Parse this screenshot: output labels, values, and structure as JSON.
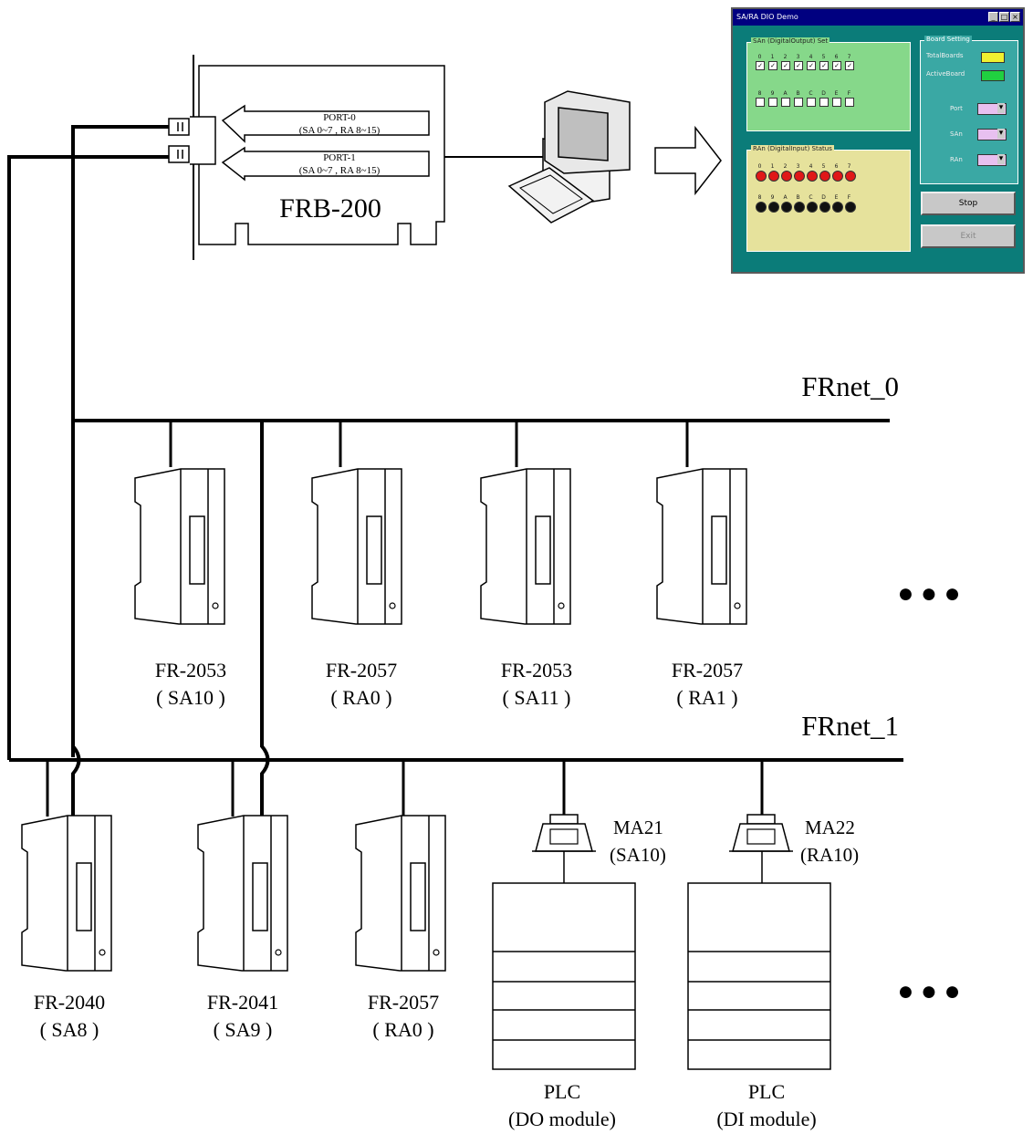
{
  "board": {
    "name": "FRB-200",
    "port0": {
      "title": "PORT-0",
      "range": "(SA 0~7 , RA 8~15)"
    },
    "port1": {
      "title": "PORT-1",
      "range": "(SA 0~7 , RA 8~15)"
    }
  },
  "networks": {
    "net0": "FRnet_0",
    "net1": "FRnet_1"
  },
  "net0_modules": [
    {
      "model": "FR-2053",
      "addr": "( SA10 )"
    },
    {
      "model": "FR-2057",
      "addr": "( RA0 )"
    },
    {
      "model": "FR-2053",
      "addr": "( SA11 )"
    },
    {
      "model": "FR-2057",
      "addr": "( RA1 )"
    }
  ],
  "net1_modules": [
    {
      "model": "FR-2040",
      "addr": "( SA8 )"
    },
    {
      "model": "FR-2041",
      "addr": "( SA9 )"
    },
    {
      "model": "FR-2057",
      "addr": "( RA0 )"
    }
  ],
  "adapters": [
    {
      "name": "MA21",
      "addr": "(SA10)",
      "plc": "PLC",
      "module": "(DO module)"
    },
    {
      "name": "MA22",
      "addr": "(RA10)",
      "plc": "PLC",
      "module": "(DI module)"
    }
  ],
  "ellipsis": "● ● ●",
  "demo_window": {
    "title": "SA/RA DIO Demo",
    "do_group": "SAn (DigitalOutput) Set",
    "do_bits_top": [
      "0",
      "1",
      "2",
      "3",
      "4",
      "5",
      "6",
      "7"
    ],
    "do_bits_bottom": [
      "8",
      "9",
      "A",
      "B",
      "C",
      "D",
      "E",
      "F"
    ],
    "di_group": "RAn (DigitalInput) Status",
    "di_bits_top": [
      "0",
      "1",
      "2",
      "3",
      "4",
      "5",
      "6",
      "7"
    ],
    "di_bits_bottom": [
      "8",
      "9",
      "A",
      "B",
      "C",
      "D",
      "E",
      "F"
    ],
    "setting_group": "Board Setting",
    "total_boards": "TotalBoards",
    "active_board": "ActiveBoard",
    "port_label": "Port",
    "san_label": "SAn",
    "ran_label": "RAn",
    "stop_button": "Stop",
    "exit_button": "Exit",
    "colors": {
      "led_on": "#e01818",
      "led_off": "#111111",
      "do_panel": "#86d88a",
      "di_panel": "#e6e29c"
    }
  }
}
